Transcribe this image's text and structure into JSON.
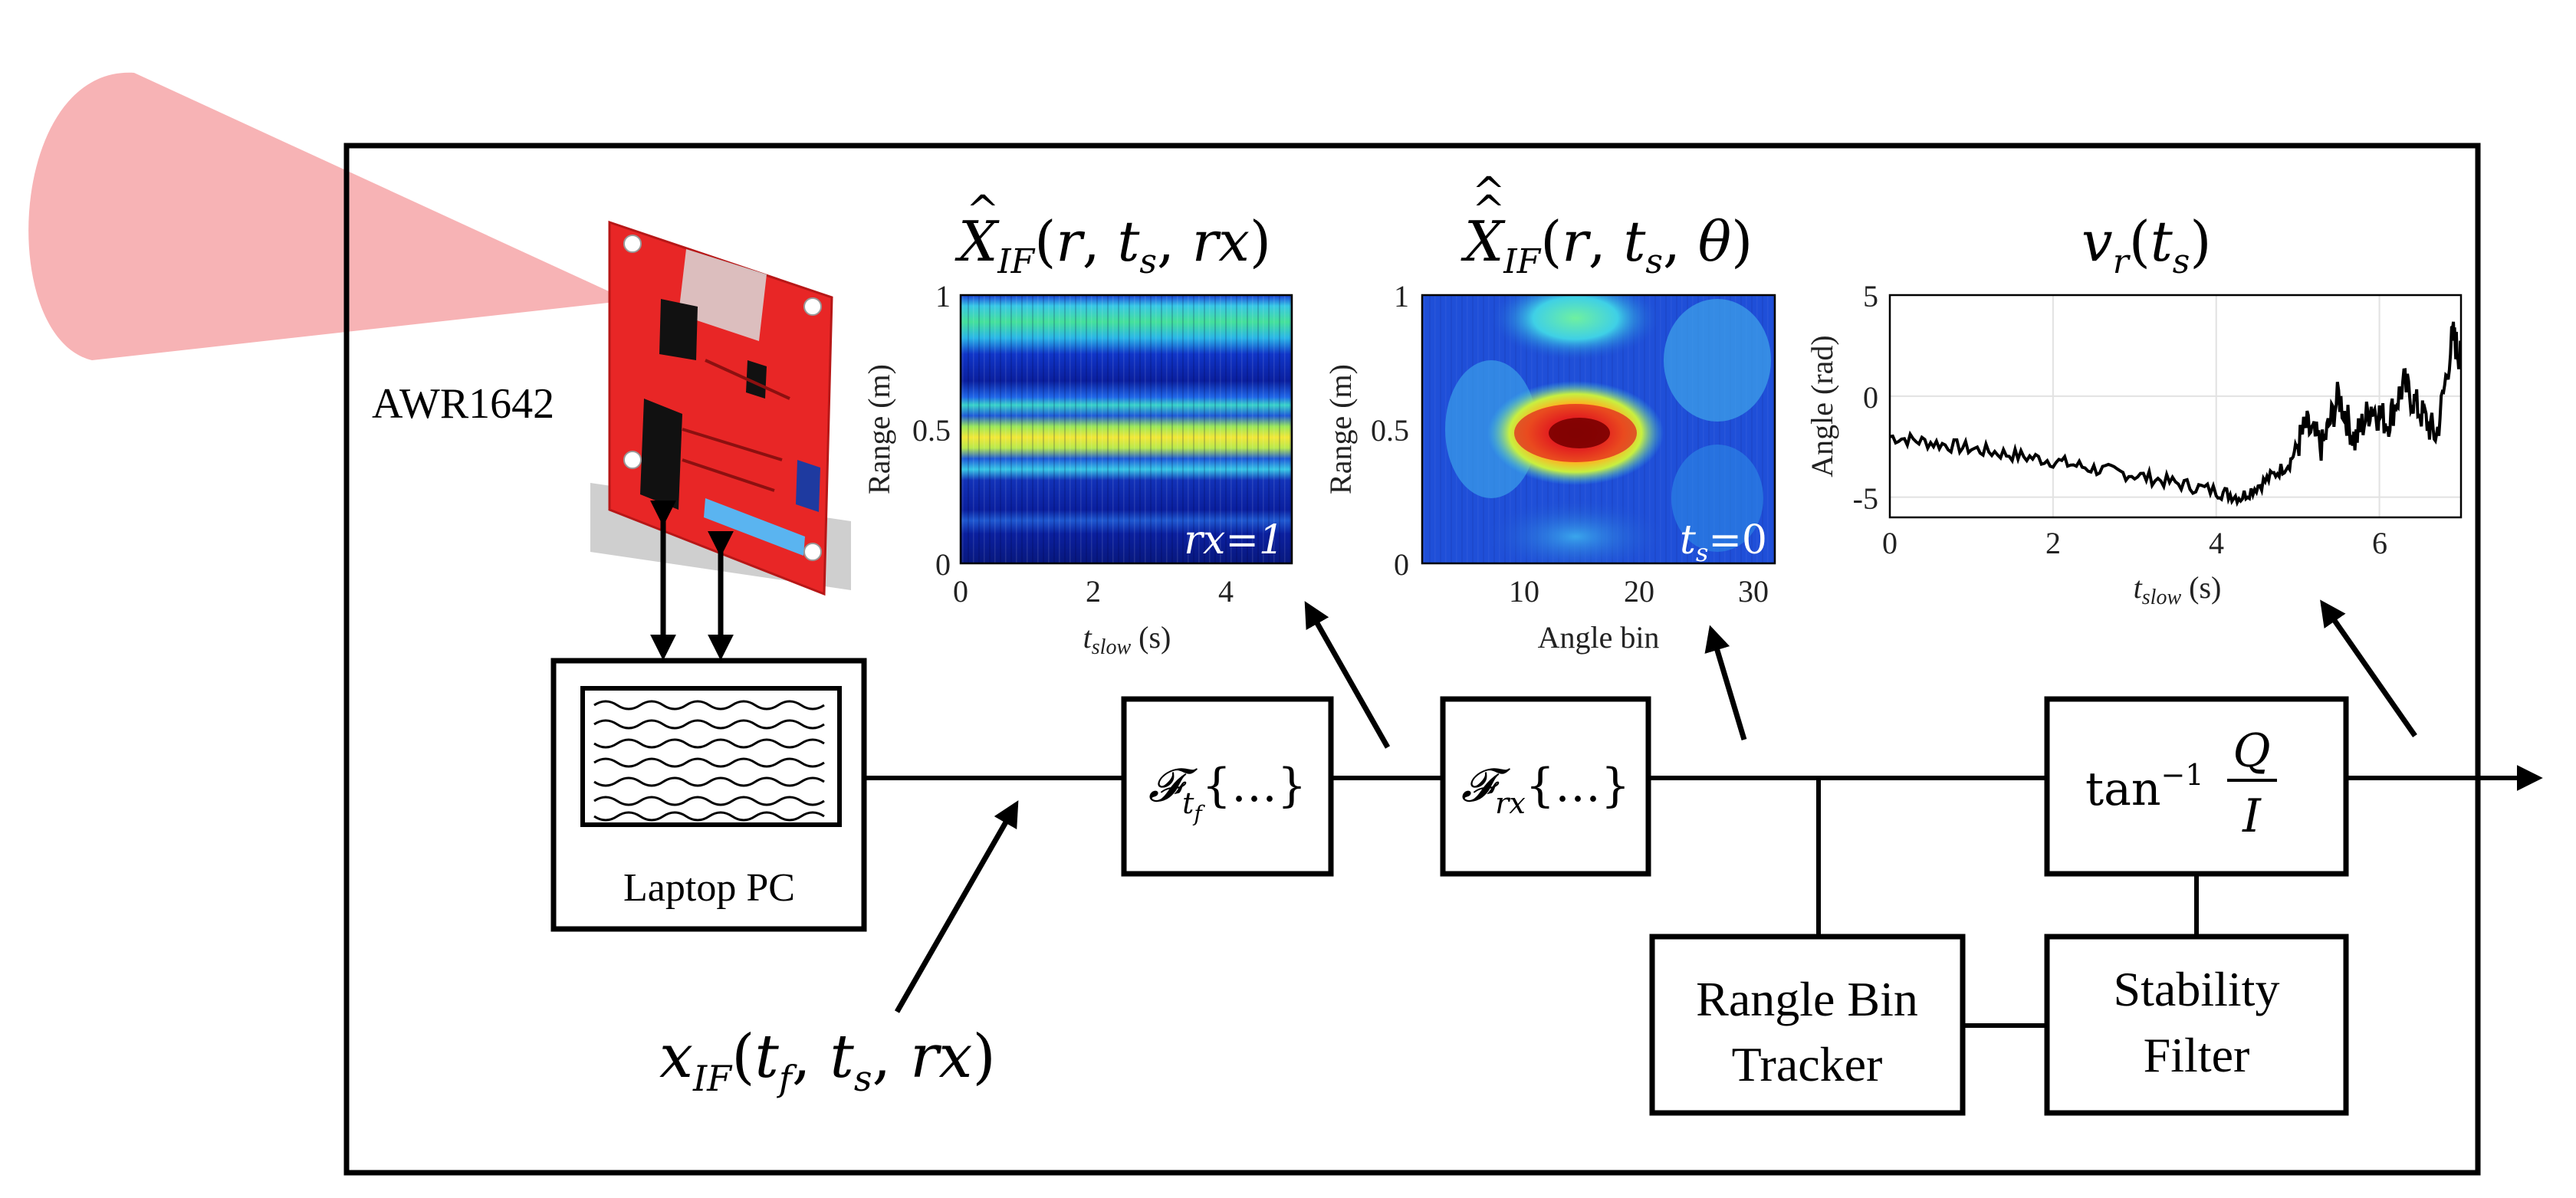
{
  "device": {
    "label": "AWR1642"
  },
  "laptop": {
    "label": "Laptop PC"
  },
  "input_signal": {
    "label": "x_IF(t_f, t_s, rx)"
  },
  "blocks": {
    "fft_fast": {
      "label": "𝓕_{t_f}{…}"
    },
    "fft_rx": {
      "label": "𝓕_{rx}{…}"
    },
    "atan": {
      "label": "tan⁻¹ Q/I"
    },
    "range_bin_tracker": {
      "line1": "Rangle Bin",
      "line2": "Tracker"
    },
    "stability_filter": {
      "line1": "Stability",
      "line2": "Filter"
    }
  },
  "plots": [
    {
      "id": "range_time",
      "title": "X̂_IF(r, t_s, rx)",
      "xlabel": "t_slow (s)",
      "ylabel": "Range (m)",
      "annotation": "rx=1",
      "xticks": [
        "0",
        "2",
        "4"
      ],
      "yticks": [
        "0",
        "0.5",
        "1"
      ]
    },
    {
      "id": "range_angle",
      "title": "X̂̂_IF(r, t_s, θ)",
      "xlabel": "Angle bin",
      "ylabel": "Range (m)",
      "annotation": "ts=0",
      "xticks": [
        "10",
        "20",
        "30"
      ],
      "yticks": [
        "0",
        "0.5",
        "1"
      ]
    },
    {
      "id": "phase",
      "title": "v_r(t_s)",
      "xlabel": "t_slow (s)",
      "ylabel": "Angle (rad)",
      "xticks": [
        "0",
        "2",
        "4",
        "6"
      ],
      "yticks": [
        "-5",
        "0",
        "5"
      ]
    }
  ],
  "chart_data": [
    {
      "type": "heatmap",
      "title": "X̂_IF(r, t_s, rx)",
      "xlabel": "t_slow (s)",
      "ylabel": "Range (m)",
      "xlim": [
        0,
        5
      ],
      "ylim": [
        0,
        1
      ],
      "annotation": "rx=1",
      "intensity_profile_by_range": [
        {
          "range": 0.95,
          "level": 0.55
        },
        {
          "range": 0.85,
          "level": 0.6
        },
        {
          "range": 0.7,
          "level": 0.15
        },
        {
          "range": 0.58,
          "level": 0.5
        },
        {
          "range": 0.48,
          "level": 0.75
        },
        {
          "range": 0.4,
          "level": 0.5
        },
        {
          "range": 0.2,
          "level": 0.25
        },
        {
          "range": 0.05,
          "level": 0.1
        }
      ]
    },
    {
      "type": "heatmap",
      "title": "X̂̂_IF(r, t_s, θ)",
      "xlabel": "Angle bin",
      "ylabel": "Range (m)",
      "xlim": [
        1,
        32
      ],
      "ylim": [
        0,
        1
      ],
      "annotation": "ts=0",
      "peaks": [
        {
          "angle_bin": 14,
          "range": 0.48,
          "level": 1.0
        },
        {
          "angle_bin": 14,
          "range": 0.95,
          "level": 0.5
        },
        {
          "angle_bin": 14,
          "range": 0.1,
          "level": 0.3
        }
      ]
    },
    {
      "type": "line",
      "title": "v_r(t_s)",
      "xlabel": "t_slow (s)",
      "ylabel": "Angle (rad)",
      "xlim": [
        0,
        7
      ],
      "ylim": [
        -6,
        5
      ],
      "grid": true,
      "series": [
        {
          "x": [
            0,
            0.5,
            1,
            1.5,
            2,
            2.5,
            3,
            3.5,
            4,
            4.3,
            4.6,
            4.9,
            5.1,
            5.3,
            5.5,
            5.7,
            5.9,
            6.1,
            6.3,
            6.5,
            6.7,
            6.9,
            7.0
          ],
          "y": [
            -2,
            -2.3,
            -2.6,
            -2.9,
            -3.2,
            -3.6,
            -3.9,
            -4.3,
            -4.7,
            -5.0,
            -4.2,
            -3.3,
            -1.5,
            -2.5,
            0.0,
            -2.2,
            -0.5,
            -1.3,
            0.6,
            -0.8,
            -2.0,
            3.0,
            1.8
          ]
        }
      ]
    }
  ],
  "colors": {
    "beam": "#f7b3b5",
    "board": "#e82626",
    "ink": "#000000"
  }
}
